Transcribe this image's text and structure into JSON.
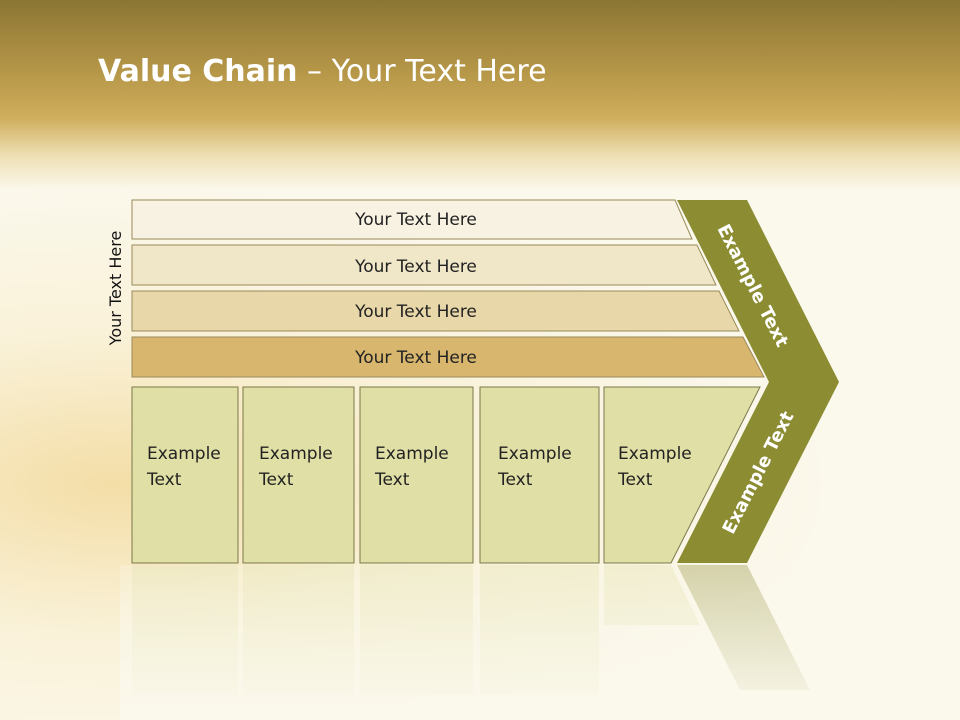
{
  "title": {
    "bold": "Value Chain",
    "rest": " – Your Text Here"
  },
  "side_label": "Your Text Here",
  "bars": [
    {
      "label": "Your Text Here",
      "color": "#f7f2e2"
    },
    {
      "label": "Your Text Here",
      "color": "#f0e6c8"
    },
    {
      "label": "Your Text Here",
      "color": "#e8d7a8"
    },
    {
      "label": "Your Text Here",
      "color": "#d8b66e"
    }
  ],
  "cells": [
    {
      "line1": "Example",
      "line2": "Text"
    },
    {
      "line1": "Example",
      "line2": "Text"
    },
    {
      "line1": "Example",
      "line2": "Text"
    },
    {
      "line1": "Example",
      "line2": "Text"
    },
    {
      "line1": "Example",
      "line2": "Text"
    }
  ],
  "chevron": {
    "upper_label": "Example Text",
    "lower_label": "Example Text",
    "color": "#8c8c33"
  },
  "colors": {
    "header": "#b69748",
    "cell_fill": "#e0dfa6",
    "background": "#fbf8ec"
  }
}
